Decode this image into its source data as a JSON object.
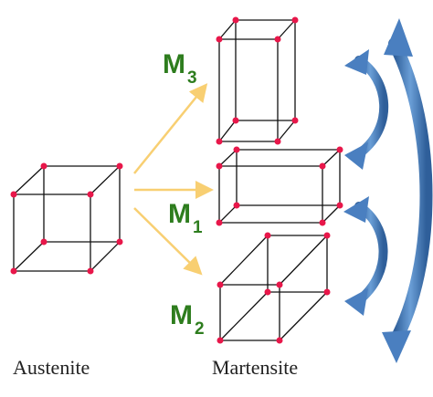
{
  "labels": {
    "austenite": "Austenite",
    "martensite": "Martensite"
  },
  "variants": [
    {
      "main": "M",
      "sub": "3"
    },
    {
      "main": "M",
      "sub": "1"
    },
    {
      "main": "M",
      "sub": "2"
    }
  ],
  "colors": {
    "edge": "#111111",
    "atom": "#e8174a",
    "arrow": "#f8cf72",
    "variant_label": "#2e7d1e",
    "curved_arrow": "#3a6ea8"
  }
}
